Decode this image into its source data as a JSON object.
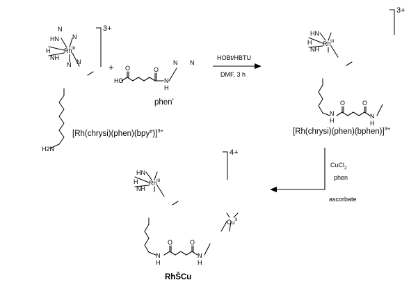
{
  "compounds": {
    "starting_complex": {
      "label": "[Rh(chrysi)(phen)(bpy",
      "label_sup_hash": "#",
      "label_close": ")]",
      "charge": "3+",
      "amine": "H2N"
    },
    "phen_prime": {
      "label": "phen'",
      "acid": "HO",
      "amide_nh": "H"
    },
    "intermediate": {
      "label": "[Rh(chrysi)(phen)(bphen)]",
      "label_charge": "3+",
      "charge": "3+"
    },
    "product": {
      "label": "RhŠCu",
      "charge": "4+"
    }
  },
  "atoms": {
    "rh": "Rh",
    "rh_ox": "III",
    "cu": "Cu",
    "cu_ox": "II",
    "n": "N",
    "h": "H",
    "o": "O",
    "hn": "HN",
    "nh": "NH",
    "plus": "+"
  },
  "reaction_1": {
    "reagents": "HOBt/HBTU",
    "conditions": "DMF, 3 h"
  },
  "reaction_2": {
    "reagent_1": "CuCl2",
    "reagent_2": "phen",
    "reagent_3": "ascorbate"
  }
}
